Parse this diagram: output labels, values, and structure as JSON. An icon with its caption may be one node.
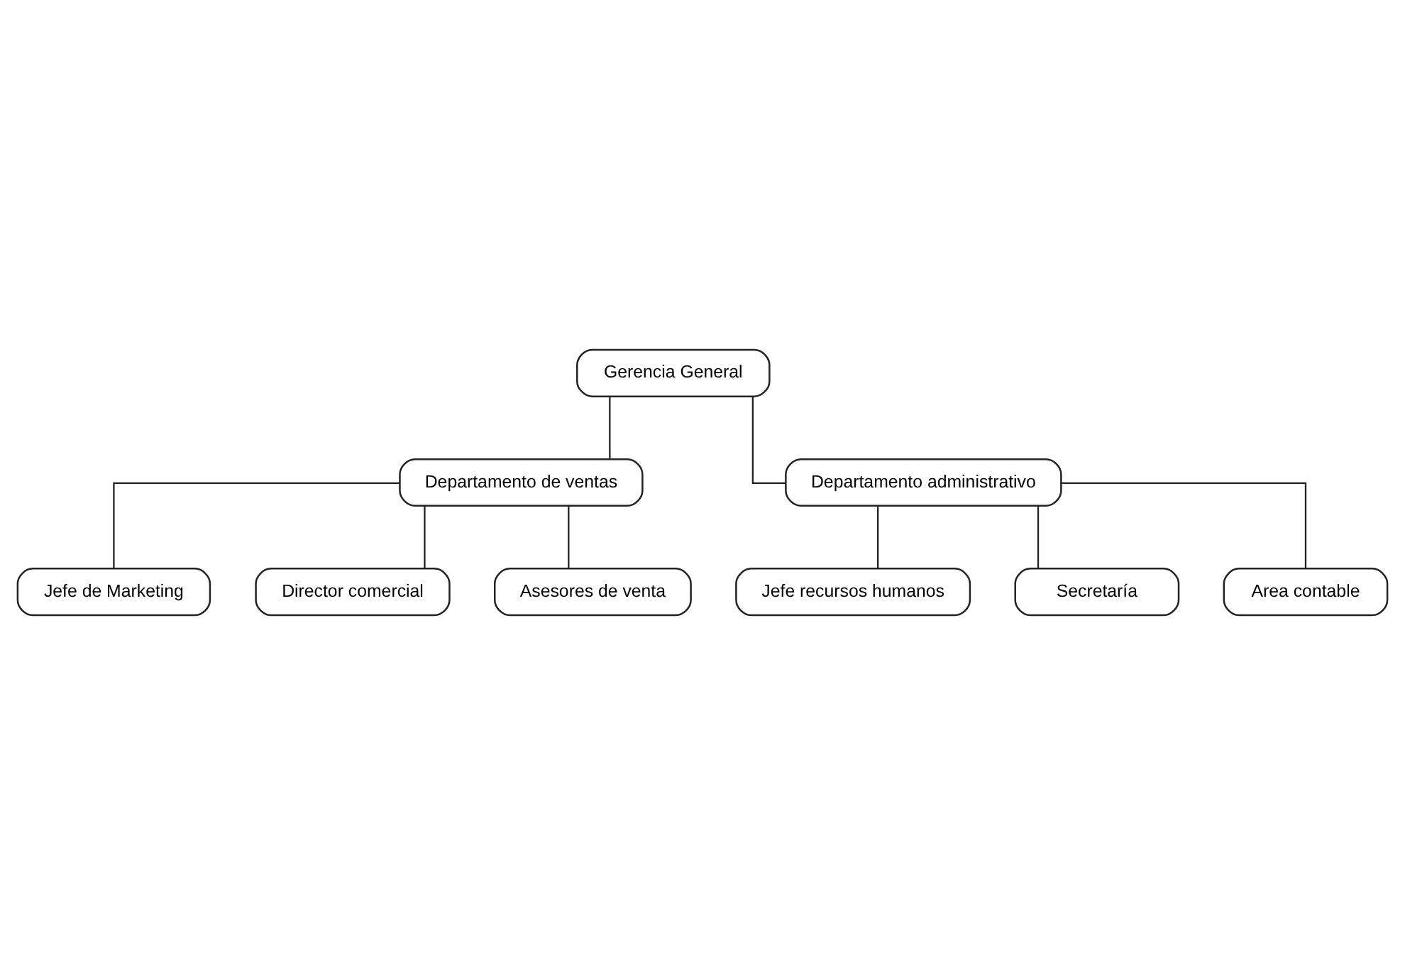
{
  "diagram": {
    "nodes": [
      {
        "text": [
          "Gerencia General"
        ]
      },
      {
        "text": [
          "Departamento de ventas"
        ]
      },
      {
        "text": [
          "Departamento administrativo"
        ]
      },
      {
        "text": [
          "Jefe de Marketing"
        ]
      },
      {
        "text": [
          "Director comercial"
        ]
      },
      {
        "text": [
          "Asesores de venta"
        ]
      },
      {
        "text": [
          "Jefe recursos humanos"
        ]
      },
      {
        "text": [
          "Secretaría"
        ]
      },
      {
        "text": [
          "Area contable"
        ]
      }
    ],
    "edges": [
      {
        "from": 0,
        "to": 1,
        "arrow": "none"
      },
      {
        "from": 0,
        "to": 2,
        "arrow": "none"
      },
      {
        "from": 1,
        "to": 3,
        "arrow": "none"
      },
      {
        "from": 1,
        "to": 4,
        "arrow": "none"
      },
      {
        "from": 1,
        "to": 5,
        "arrow": "none"
      },
      {
        "from": 2,
        "to": 6,
        "arrow": "none"
      },
      {
        "from": 2,
        "to": 7,
        "arrow": "none"
      },
      {
        "from": 2,
        "to": 8,
        "arrow": "none"
      }
    ]
  }
}
